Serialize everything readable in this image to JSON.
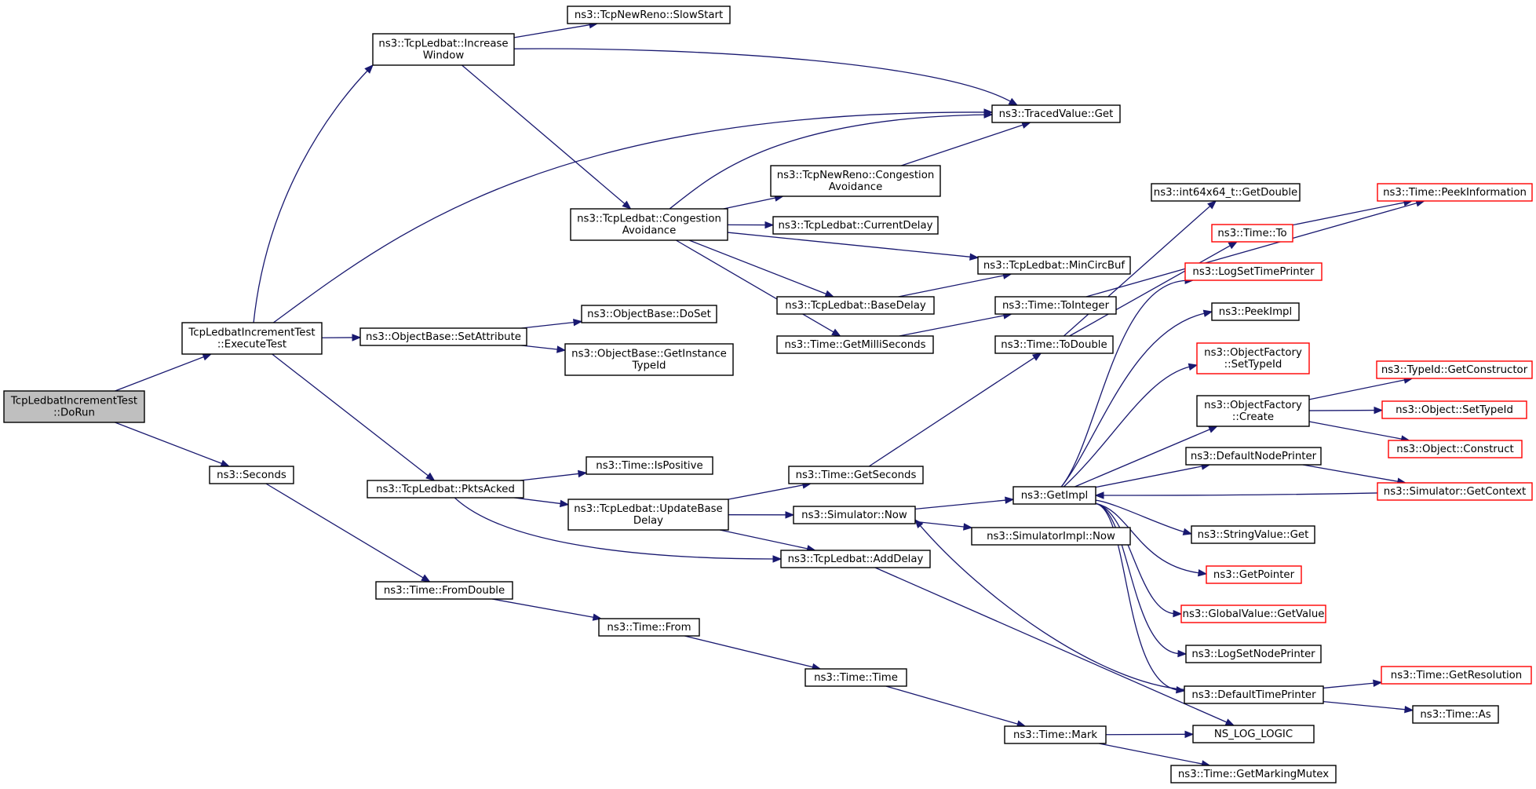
{
  "colors": {
    "edge": "#191970",
    "border_normal": "#000000",
    "border_truncated": "#ff0000",
    "root_fill": "#bfbfbf",
    "node_fill": "#ffffff"
  },
  "nodes": [
    {
      "id": "dorun",
      "lines": [
        "TcpLedbatIncrementTest",
        "::DoRun"
      ],
      "style": "root"
    },
    {
      "id": "executetest",
      "lines": [
        "TcpLedbatIncrementTest",
        "::ExecuteTest"
      ],
      "style": "normal"
    },
    {
      "id": "seconds",
      "lines": [
        "ns3::Seconds"
      ],
      "style": "normal"
    },
    {
      "id": "increasewindow",
      "lines": [
        "ns3::TcpLedbat::Increase",
        "Window"
      ],
      "style": "normal"
    },
    {
      "id": "setattribute",
      "lines": [
        "ns3::ObjectBase::SetAttribute"
      ],
      "style": "normal"
    },
    {
      "id": "pktsacked",
      "lines": [
        "ns3::TcpLedbat::PktsAcked"
      ],
      "style": "normal"
    },
    {
      "id": "fromdouble",
      "lines": [
        "ns3::Time::FromDouble"
      ],
      "style": "normal"
    },
    {
      "id": "slowstart",
      "lines": [
        "ns3::TcpNewReno::SlowStart"
      ],
      "style": "normal"
    },
    {
      "id": "congavoid",
      "lines": [
        "ns3::TcpLedbat::Congestion",
        "Avoidance"
      ],
      "style": "normal"
    },
    {
      "id": "doset",
      "lines": [
        "ns3::ObjectBase::DoSet"
      ],
      "style": "normal"
    },
    {
      "id": "getinstancetypeid",
      "lines": [
        "ns3::ObjectBase::GetInstance",
        "TypeId"
      ],
      "style": "normal"
    },
    {
      "id": "ispositive",
      "lines": [
        "ns3::Time::IsPositive"
      ],
      "style": "normal"
    },
    {
      "id": "updatebasedelay",
      "lines": [
        "ns3::TcpLedbat::UpdateBase",
        "Delay"
      ],
      "style": "normal"
    },
    {
      "id": "timefrom",
      "lines": [
        "ns3::Time::From"
      ],
      "style": "normal"
    },
    {
      "id": "tracedget",
      "lines": [
        "ns3::TracedValue::Get"
      ],
      "style": "normal"
    },
    {
      "id": "newrenocong",
      "lines": [
        "ns3::TcpNewReno::Congestion",
        "Avoidance"
      ],
      "style": "normal"
    },
    {
      "id": "currentdelay",
      "lines": [
        "ns3::TcpLedbat::CurrentDelay"
      ],
      "style": "normal"
    },
    {
      "id": "basedelay",
      "lines": [
        "ns3::TcpLedbat::BaseDelay"
      ],
      "style": "normal"
    },
    {
      "id": "getmilliseconds",
      "lines": [
        "ns3::Time::GetMilliSeconds"
      ],
      "style": "normal"
    },
    {
      "id": "getseconds",
      "lines": [
        "ns3::Time::GetSeconds"
      ],
      "style": "normal"
    },
    {
      "id": "simnow",
      "lines": [
        "ns3::Simulator::Now"
      ],
      "style": "normal"
    },
    {
      "id": "adddelay",
      "lines": [
        "ns3::TcpLedbat::AddDelay"
      ],
      "style": "normal"
    },
    {
      "id": "timetime",
      "lines": [
        "ns3::Time::Time"
      ],
      "style": "normal"
    },
    {
      "id": "mincircbuf",
      "lines": [
        "ns3::TcpLedbat::MinCircBuf"
      ],
      "style": "normal"
    },
    {
      "id": "tointeger",
      "lines": [
        "ns3::Time::ToInteger"
      ],
      "style": "normal"
    },
    {
      "id": "todouble",
      "lines": [
        "ns3::Time::ToDouble"
      ],
      "style": "normal"
    },
    {
      "id": "getimpl",
      "lines": [
        "ns3::GetImpl"
      ],
      "style": "normal"
    },
    {
      "id": "simimplnow",
      "lines": [
        "ns3::SimulatorImpl::Now"
      ],
      "style": "normal"
    },
    {
      "id": "timemark",
      "lines": [
        "ns3::Time::Mark"
      ],
      "style": "normal"
    },
    {
      "id": "int64getdouble",
      "lines": [
        "ns3::int64x64_t::GetDouble"
      ],
      "style": "normal"
    },
    {
      "id": "timeto",
      "lines": [
        "ns3::Time::To"
      ],
      "style": "truncated"
    },
    {
      "id": "logsettimeprinter",
      "lines": [
        "ns3::LogSetTimePrinter"
      ],
      "style": "truncated"
    },
    {
      "id": "peekimpl",
      "lines": [
        "ns3::PeekImpl"
      ],
      "style": "normal"
    },
    {
      "id": "ofsettypeid",
      "lines": [
        "ns3::ObjectFactory",
        "::SetTypeId"
      ],
      "style": "truncated"
    },
    {
      "id": "ofcreate",
      "lines": [
        "ns3::ObjectFactory",
        "::Create"
      ],
      "style": "normal"
    },
    {
      "id": "defaultnodeprinter",
      "lines": [
        "ns3::DefaultNodePrinter"
      ],
      "style": "normal"
    },
    {
      "id": "stringvalueget",
      "lines": [
        "ns3::StringValue::Get"
      ],
      "style": "normal"
    },
    {
      "id": "getpointer",
      "lines": [
        "ns3::GetPointer"
      ],
      "style": "truncated"
    },
    {
      "id": "globalvalueget",
      "lines": [
        "ns3::GlobalValue::GetValue"
      ],
      "style": "truncated"
    },
    {
      "id": "logsetnodeprinter",
      "lines": [
        "ns3::LogSetNodePrinter"
      ],
      "style": "normal"
    },
    {
      "id": "defaulttimeprinter",
      "lines": [
        "ns3::DefaultTimePrinter"
      ],
      "style": "normal"
    },
    {
      "id": "nslog",
      "lines": [
        "NS_LOG_LOGIC"
      ],
      "style": "normal"
    },
    {
      "id": "getmarkingmutex",
      "lines": [
        "ns3::Time::GetMarkingMutex"
      ],
      "style": "normal"
    },
    {
      "id": "peekinfo",
      "lines": [
        "ns3::Time::PeekInformation"
      ],
      "style": "truncated"
    },
    {
      "id": "getconstructor",
      "lines": [
        "ns3::TypeId::GetConstructor"
      ],
      "style": "truncated"
    },
    {
      "id": "objsettypeid",
      "lines": [
        "ns3::Object::SetTypeId"
      ],
      "style": "truncated"
    },
    {
      "id": "objconstruct",
      "lines": [
        "ns3::Object::Construct"
      ],
      "style": "truncated"
    },
    {
      "id": "simgetcontext",
      "lines": [
        "ns3::Simulator::GetContext"
      ],
      "style": "truncated"
    },
    {
      "id": "getresolution",
      "lines": [
        "ns3::Time::GetResolution"
      ],
      "style": "truncated"
    },
    {
      "id": "timeas",
      "lines": [
        "ns3::Time::As"
      ],
      "style": "normal"
    }
  ],
  "edges": [
    [
      "dorun",
      "executetest"
    ],
    [
      "dorun",
      "seconds"
    ],
    [
      "executetest",
      "increasewindow"
    ],
    [
      "executetest",
      "tracedget"
    ],
    [
      "executetest",
      "setattribute"
    ],
    [
      "executetest",
      "pktsacked"
    ],
    [
      "increasewindow",
      "slowstart"
    ],
    [
      "increasewindow",
      "tracedget"
    ],
    [
      "increasewindow",
      "congavoid"
    ],
    [
      "setattribute",
      "doset"
    ],
    [
      "setattribute",
      "getinstancetypeid"
    ],
    [
      "seconds",
      "fromdouble"
    ],
    [
      "pktsacked",
      "ispositive"
    ],
    [
      "pktsacked",
      "updatebasedelay"
    ],
    [
      "pktsacked",
      "adddelay"
    ],
    [
      "congavoid",
      "tracedget"
    ],
    [
      "congavoid",
      "newrenocong"
    ],
    [
      "congavoid",
      "currentdelay"
    ],
    [
      "congavoid",
      "mincircbuf"
    ],
    [
      "congavoid",
      "basedelay"
    ],
    [
      "congavoid",
      "getmilliseconds"
    ],
    [
      "newrenocong",
      "tracedget"
    ],
    [
      "basedelay",
      "mincircbuf"
    ],
    [
      "getmilliseconds",
      "tointeger"
    ],
    [
      "updatebasedelay",
      "getseconds"
    ],
    [
      "updatebasedelay",
      "simnow"
    ],
    [
      "updatebasedelay",
      "adddelay"
    ],
    [
      "getseconds",
      "todouble"
    ],
    [
      "simnow",
      "getimpl"
    ],
    [
      "simnow",
      "simimplnow"
    ],
    [
      "adddelay",
      "nslog"
    ],
    [
      "fromdouble",
      "timefrom"
    ],
    [
      "timefrom",
      "timetime"
    ],
    [
      "timetime",
      "timemark"
    ],
    [
      "timemark",
      "nslog"
    ],
    [
      "timemark",
      "getmarkingmutex"
    ],
    [
      "tointeger",
      "peekinfo"
    ],
    [
      "todouble",
      "int64getdouble"
    ],
    [
      "todouble",
      "timeto"
    ],
    [
      "timeto",
      "peekinfo"
    ],
    [
      "getimpl",
      "logsettimeprinter"
    ],
    [
      "getimpl",
      "peekimpl"
    ],
    [
      "getimpl",
      "ofsettypeid"
    ],
    [
      "getimpl",
      "ofcreate"
    ],
    [
      "getimpl",
      "defaultnodeprinter"
    ],
    [
      "getimpl",
      "stringvalueget"
    ],
    [
      "getimpl",
      "getpointer"
    ],
    [
      "getimpl",
      "globalvalueget"
    ],
    [
      "getimpl",
      "logsetnodeprinter"
    ],
    [
      "getimpl",
      "defaulttimeprinter"
    ],
    [
      "ofcreate",
      "getconstructor"
    ],
    [
      "ofcreate",
      "objsettypeid"
    ],
    [
      "ofcreate",
      "objconstruct"
    ],
    [
      "defaultnodeprinter",
      "simgetcontext"
    ],
    [
      "simgetcontext",
      "getimpl"
    ],
    [
      "defaulttimeprinter",
      "simnow"
    ],
    [
      "defaulttimeprinter",
      "getresolution"
    ],
    [
      "defaulttimeprinter",
      "timeas"
    ]
  ]
}
